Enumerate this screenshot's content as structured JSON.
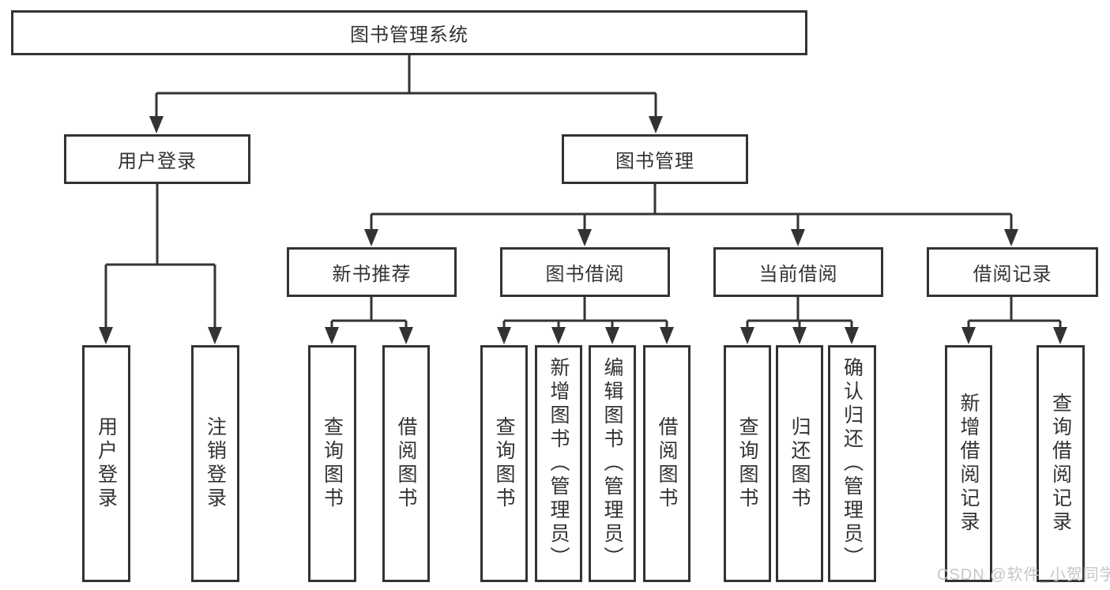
{
  "tree": {
    "root": {
      "label": "图书管理系统"
    },
    "user_branch": {
      "label": "用户登录",
      "children": [
        {
          "label": "用户登录"
        },
        {
          "label": "注销登录"
        }
      ]
    },
    "book_branch": {
      "label": "图书管理",
      "groups": [
        {
          "label": "新书推荐",
          "children": [
            {
              "label": "查询图书"
            },
            {
              "label": "借阅图书"
            }
          ]
        },
        {
          "label": "图书借阅",
          "children": [
            {
              "label": "查询图书"
            },
            {
              "label": "新增图书（管理员）"
            },
            {
              "label": "编辑图书（管理员）"
            },
            {
              "label": "借阅图书"
            }
          ]
        },
        {
          "label": "当前借阅",
          "children": [
            {
              "label": "查询图书"
            },
            {
              "label": "归还图书"
            },
            {
              "label": "确认归还（管理员）"
            }
          ]
        },
        {
          "label": "借阅记录",
          "children": [
            {
              "label": "新增借阅记录"
            },
            {
              "label": "查询借阅记录"
            }
          ]
        }
      ]
    }
  },
  "watermark": {
    "text": "CSDN @软件_小贺同学"
  },
  "colors": {
    "line": "#333333",
    "box_border": "#333333",
    "text": "#333333",
    "watermark_text": "#c6c6c6",
    "background": "#ffffff"
  }
}
